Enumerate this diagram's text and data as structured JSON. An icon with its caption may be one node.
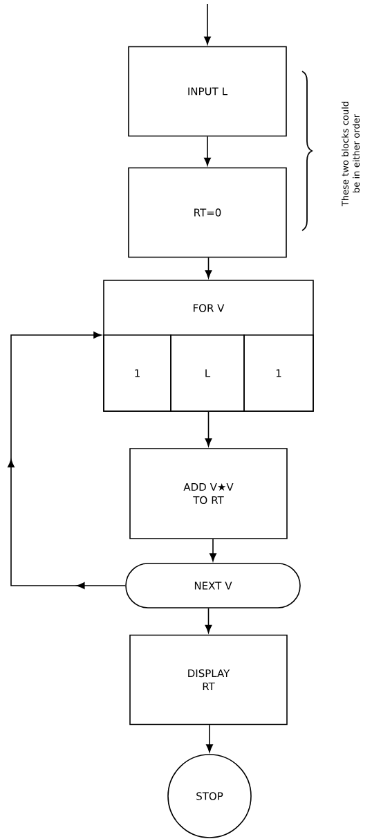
{
  "diagram": {
    "nodes": [
      {
        "text": [
          "INPUT L"
        ]
      },
      {
        "text": [
          "RT=0"
        ]
      },
      {
        "text": [
          "FOR V"
        ]
      },
      {
        "text": [
          "1"
        ],
        "in": 2
      },
      {
        "text": [
          "L"
        ],
        "in": 2
      },
      {
        "text": [
          "1"
        ],
        "in": 2
      },
      {
        "text": [
          "ADD V★V TO RT"
        ]
      },
      {
        "text": [
          "NEXT V"
        ]
      },
      {
        "text": [
          "DISPLAY RT"
        ]
      },
      {
        "text": [
          "STOP"
        ]
      }
    ],
    "edges": [
      {
        "from": null,
        "to": 0,
        "arrow": "to"
      },
      {
        "from": 0,
        "to": 1,
        "arrow": "to"
      },
      {
        "from": 1,
        "to": 2,
        "arrow": "to"
      },
      {
        "from": 2,
        "to": 6,
        "arrow": "to"
      },
      {
        "from": 6,
        "to": 7,
        "arrow": "to"
      },
      {
        "from": 7,
        "to": 8,
        "arrow": "to"
      },
      {
        "from": 8,
        "to": 9,
        "arrow": "to"
      },
      {
        "from": 7,
        "to": 2,
        "arrow": "to"
      }
    ],
    "labels": [
      "These two blocks could be in either order"
    ]
  }
}
